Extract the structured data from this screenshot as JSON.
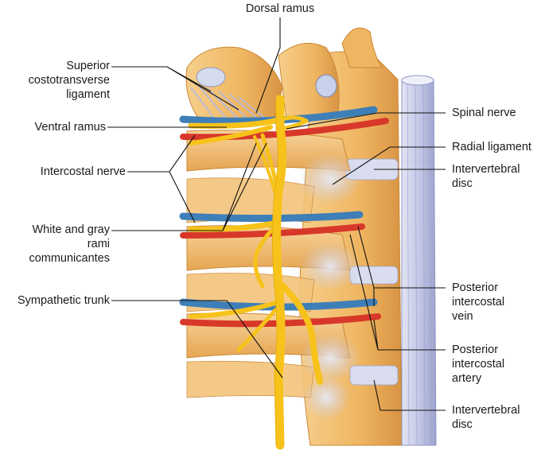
{
  "labels": {
    "dorsal_ramus": [
      "Dorsal ramus"
    ],
    "superior_costotransverse_ligament": [
      "Superior",
      "costotransverse",
      "ligament"
    ],
    "ventral_ramus": [
      "Ventral ramus"
    ],
    "intercostal_nerve": [
      "Intercostal nerve"
    ],
    "white_gray_rami": [
      "White and gray",
      "rami",
      "communicantes"
    ],
    "sympathetic_trunk": [
      "Sympathetic trunk"
    ],
    "spinal_nerve": [
      "Spinal nerve"
    ],
    "radial_ligament": [
      "Radial ligament"
    ],
    "intervertebral_disc_upper": [
      "Intervertebral",
      "disc"
    ],
    "posterior_intercostal_vein": [
      "Posterior",
      "intercostal",
      "vein"
    ],
    "posterior_intercostal_artery": [
      "Posterior",
      "intercostal",
      "artery"
    ],
    "intervertebral_disc_lower": [
      "Intervertebral",
      "disc"
    ]
  },
  "colors": {
    "bone": "#f0b868",
    "bone_dark": "#d99440",
    "nerve": "#f7c21a",
    "nerve_edge": "#d99a05",
    "vein": "#3f7fb8",
    "artery": "#d8382a",
    "ligament": "#c9cde8",
    "ligament_stroke": "#8f95c4",
    "leader": "#111111"
  }
}
